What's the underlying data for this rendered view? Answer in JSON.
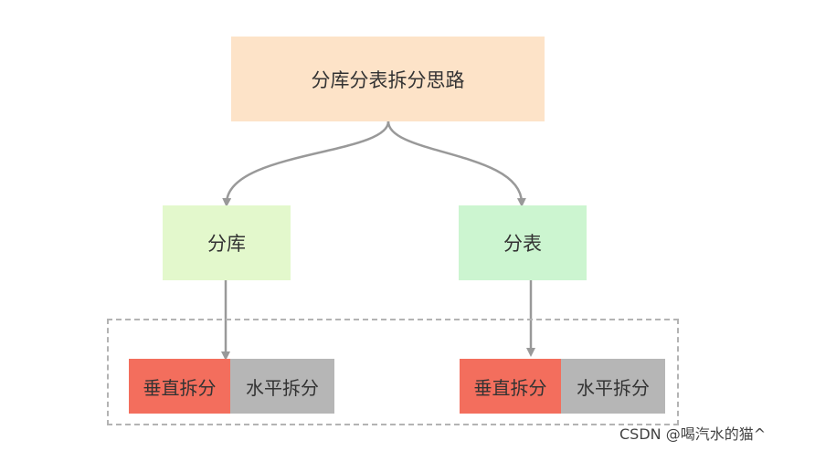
{
  "colors": {
    "root_fill": "#fde3c8",
    "left_mid_fill": "#e3f8cc",
    "right_mid_fill": "#ccf5d0",
    "vertical_fill": "#f36e5d",
    "horizontal_fill": "#b6b6b6",
    "connector": "#999999",
    "dashed_border": "#b3b3b3"
  },
  "root": {
    "label": "分库分表拆分思路"
  },
  "left_branch": {
    "label": "分库",
    "vertical_label": "垂直拆分",
    "horizontal_label": "水平拆分"
  },
  "right_branch": {
    "label": "分表",
    "vertical_label": "垂直拆分",
    "horizontal_label": "水平拆分"
  },
  "watermark": "CSDN @喝汽水的猫^"
}
